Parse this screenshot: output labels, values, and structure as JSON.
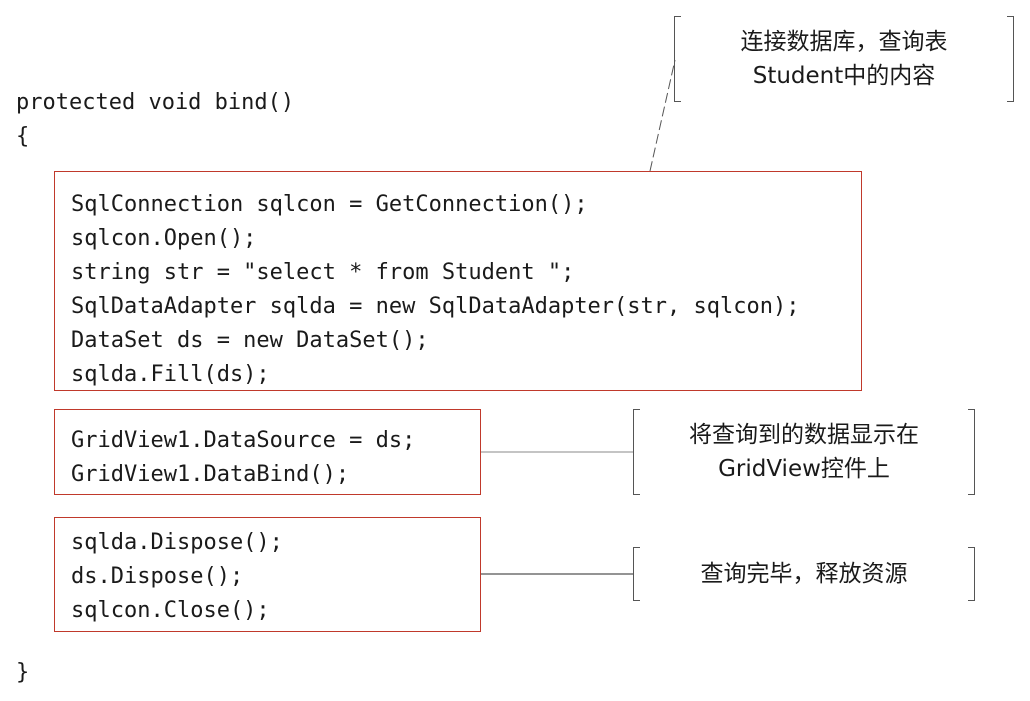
{
  "signature": "protected void bind()",
  "open_brace": "{",
  "close_brace": "}",
  "blocks": {
    "connect": {
      "lines": [
        "SqlConnection sqlcon = GetConnection();",
        "sqlcon.Open();",
        "string str = \"select * from Student \";",
        "SqlDataAdapter sqlda = new SqlDataAdapter(str, sqlcon);",
        "DataSet ds = new DataSet();",
        "sqlda.Fill(ds);"
      ]
    },
    "bind": {
      "lines": [
        "GridView1.DataSource = ds;",
        "GridView1.DataBind();"
      ]
    },
    "dispose": {
      "lines": [
        "sqlda.Dispose();",
        "ds.Dispose();",
        "sqlcon.Close();"
      ]
    }
  },
  "callouts": {
    "connect": {
      "lines": [
        "连接数据库，查询表",
        "Student中的内容"
      ]
    },
    "bind": {
      "lines": [
        "将查询到的数据显示在",
        "GridView控件上"
      ]
    },
    "dispose": {
      "lines": [
        "查询完毕，释放资源"
      ]
    }
  },
  "colors": {
    "box_border": "#c0392b",
    "bracket": "#555555",
    "text": "#1a1a1a"
  }
}
